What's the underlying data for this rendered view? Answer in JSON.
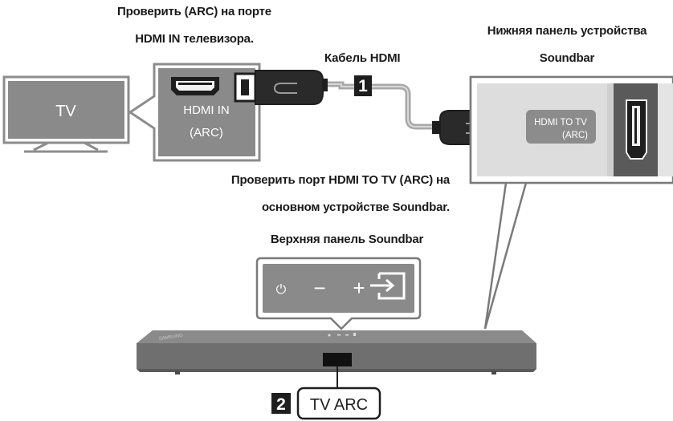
{
  "labels": {
    "tv_hdmi_line1": "Проверить (ARC) на порте",
    "tv_hdmi_line2": "HDMI IN телевизора.",
    "cable": "Кабель HDMI",
    "bottom_panel_line1": "Нижняя панель устройства",
    "bottom_panel_line2": "Soundbar",
    "check_port_line1": "Проверить порт HDMI TO TV (ARC) на",
    "check_port_line2": "основном устройстве Soundbar.",
    "top_panel": "Верхняя панель Soundbar"
  },
  "tv": {
    "label": "TV"
  },
  "tv_port": {
    "line1": "HDMI IN",
    "line2": "(ARC)"
  },
  "soundbar_port": {
    "line1": "HDMI TO TV",
    "line2": "(ARC)"
  },
  "steps": {
    "step1": "1",
    "step2": "2"
  },
  "display": {
    "text": "TV ARC"
  },
  "buttons": {
    "power": "⏻",
    "minus": "−",
    "plus": "+"
  },
  "brand": "SAMSUNG",
  "colors": {
    "panel_gray": "#8a8a8a",
    "dark": "#1e1e1e",
    "cable_gray": "#a8a8a8",
    "soundbar_body": "#6f6f6f"
  }
}
